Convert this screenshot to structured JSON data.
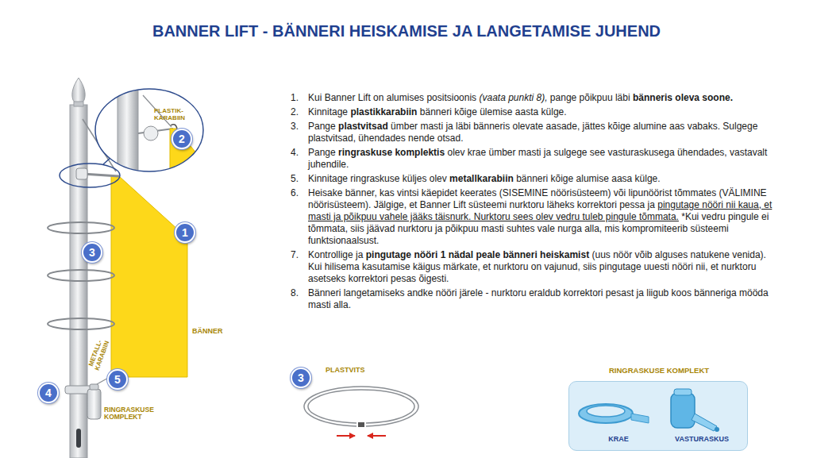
{
  "diagram": {
    "title": "BANNER LIFT - BÄNNERI HEISKAMISE JA LANGETAMISE JUHEND",
    "nodes": [
      {
        "text": [
          "PLASTIK-KARABIIN"
        ]
      },
      {
        "text": [
          "2"
        ],
        "in": 0
      },
      {
        "text": [
          "1"
        ]
      },
      {
        "text": [
          "3"
        ]
      },
      {
        "text": [
          "4"
        ]
      },
      {
        "text": [
          "5"
        ]
      },
      {
        "text": [
          "3"
        ]
      },
      {
        "text": [
          "RINGRASKUSE KOMPLEKT",
          "KRAE",
          "VASTURASKUS"
        ]
      }
    ],
    "labels": [
      "BÄNNER",
      "METALL-KARABIIN",
      "RINGRASKUSE KOMPLEKT",
      "PLASTVITS",
      "1.",
      "Kui Banner Lift on alumises positsioonis",
      "(vaata punkti 8),",
      "pange põikpuu läbi",
      "bänneris oleva soone.",
      "2.",
      "Kinnitage",
      "plastikkarabiin",
      "bänneri kõige ülemise aasta külge.",
      "3.",
      "Pange",
      "plastvitsad",
      "ümber masti ja läbi bänneris olevate aasade, jättes kõige alumine aas vabaks. Sulgege plastvitsad, ühendades nende otsad.",
      "4.",
      "Pange",
      "ringraskuse komplektis",
      "olev krae ümber masti ja sulgege see vasturaskusega ühendades, vastavalt juhendile.",
      "5.",
      "Kinnitage ringraskuse küljes olev",
      "metallkarabiin",
      "bänneri kõige alumise aasa külge.",
      "6.",
      "Heisake bänner, kas vintsi käepidet keerates (SISEMINE nöörisüsteem) või lipunöörist tõmmates (VÄLIMINE nöörisüsteem). Jälgige, et Banner Lift süsteemi nurktoru läheks korrektori pessa ja",
      "pingutage nööri nii kaua, et masti ja põikpuu vahele jääks täisnurk. Nurktoru sees olev vedru tuleb pingule tõmmata.",
      "*Kui vedru pingule ei tõmmata, siis jäävad nurktoru ja põikpuu masti suhtes vale nurga alla, mis kompromiteerib süsteemi funktsionaalsust.",
      "7.",
      "Kontrollige ja",
      "pingutage nööri 1 nädal peale bänneri heiskamist",
      "(uus nöör võib alguses natukene venida). Kui hilisema kasutamise käigus märkate, et nurktoru on vajunud, siis pingutage uuesti nööri nii, et nurktoru asetseks korrektori pesas õigesti.",
      "8.",
      "Bänneri langetamiseks andke nööri järele - nurktoru eraldub korrektori pesast ja liigub koos bänneriga mööda masti alla."
    ]
  }
}
